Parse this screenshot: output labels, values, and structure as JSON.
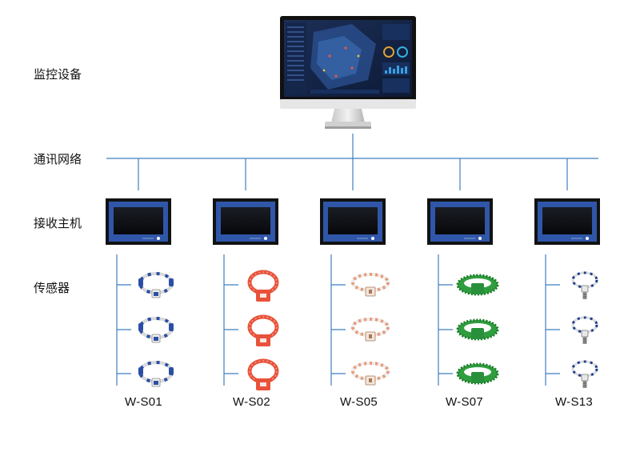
{
  "layers": {
    "monitoring": "监控设备",
    "communication": "通讯网络",
    "receiver": "接收主机",
    "sensor": "传感器"
  },
  "columns": [
    {
      "label": "W-S01",
      "sensor_style": "ring-blue",
      "sensor_count": 3
    },
    {
      "label": "W-S02",
      "sensor_style": "ring-orange",
      "sensor_count": 3
    },
    {
      "label": "W-S05",
      "sensor_style": "ring-peach",
      "sensor_count": 3
    },
    {
      "label": "W-S07",
      "sensor_style": "band-green",
      "sensor_count": 3
    },
    {
      "label": "W-S13",
      "sensor_style": "clip-navy",
      "sensor_count": 3
    }
  ],
  "colors": {
    "line": "#3f7fc0",
    "receiver_frame": "#2f56a8",
    "ring_blue": "#2c4fa5",
    "ring_orange": "#e8523a",
    "ring_peach": "#e89a78",
    "band_green": "#2f9e3e",
    "clip_navy": "#1e3f8f"
  }
}
